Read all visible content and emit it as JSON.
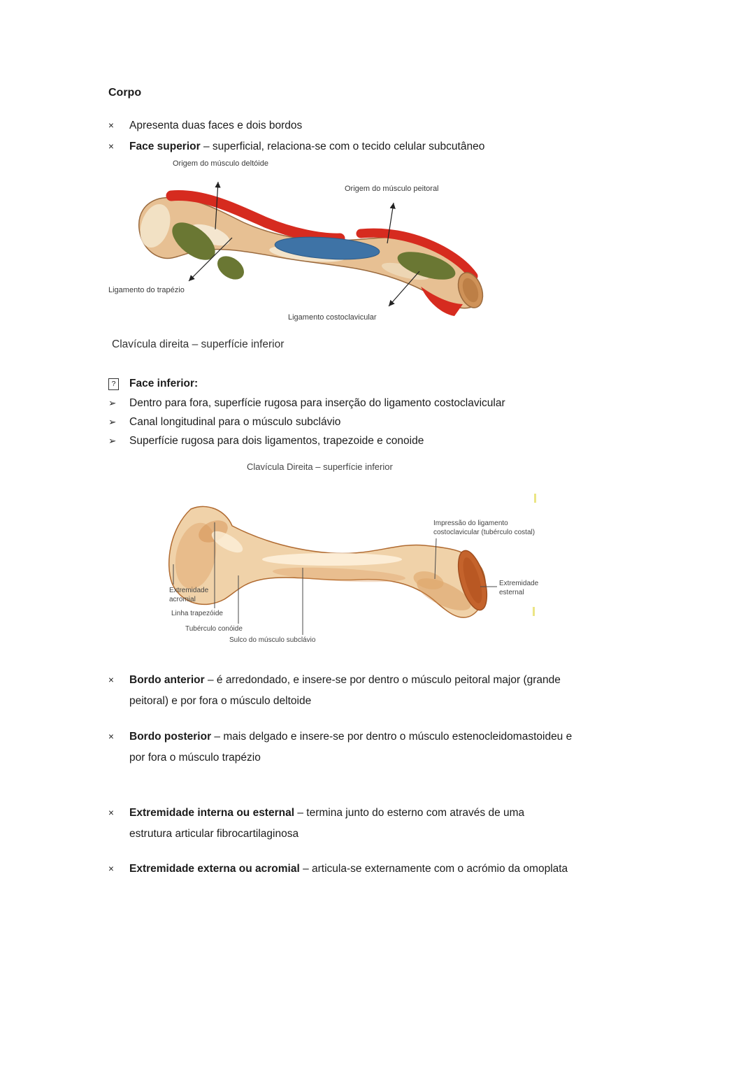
{
  "heading": "Corpo",
  "top_bullets": [
    {
      "marker": "×",
      "bold": "",
      "text": "Apresenta duas faces e dois bordos"
    },
    {
      "marker": "×",
      "bold": "Face superior",
      "text": " – superficial, relaciona-se com o tecido celular subcutâneo"
    }
  ],
  "figure1": {
    "label_deltoide": "Origem do músculo deltóide",
    "label_peitoral": "Origem do músculo peitoral",
    "label_trapezio": "Ligamento do trapézio",
    "label_costoclavicular": "Ligamento costoclavicular",
    "caption": "Clavícula direita – superfície inferior",
    "colors": {
      "red": "#d62b1f",
      "green": "#6a7733",
      "blue": "#3e73a6",
      "bone": "#e7c093"
    }
  },
  "face_inferior": {
    "marker": "?",
    "title": "Face inferior:",
    "arrow_marker": "➢",
    "items": [
      "Dentro para fora, superfície rugosa para inserção do ligamento costoclavicular",
      "Canal longitudinal para o músculo subclávio",
      "Superfície rugosa para dois ligamentos, trapezoide e conoide"
    ]
  },
  "figure2": {
    "caption": "Clavícula Direita – superfície inferior",
    "label_impressao": "Impressão do ligamento\ncostoclavicular (tubérculo costal)",
    "label_esternal": "Extremidade\nesternal",
    "label_acromial": "Extremidade\nacromial",
    "label_linha": "Linha trapezóide",
    "label_tuberculo": "Tubérculo conóide",
    "label_sulco": "Sulco do músculo subclávio",
    "colors": {
      "bone": "#f0d2a9",
      "sternal_face": "#c4632c"
    }
  },
  "bottom_bullets": [
    {
      "marker": "×",
      "bold": "Bordo anterior",
      "text": " – é arredondado, e insere-se por dentro o músculo peitoral major (grande\npeitoral) e por fora o músculo deltoide"
    },
    {
      "marker": "×",
      "bold": "Bordo posterior",
      "text": " – mais delgado e insere-se por dentro o músculo estenocleidomastoideu e\npor fora o músculo trapézio"
    },
    {
      "marker": "×",
      "bold": "Extremidade interna ou esternal",
      "text": " – termina junto do esterno com através de uma\nestrutura articular fibrocartilaginosa"
    },
    {
      "marker": "×",
      "bold": "Extremidade externa ou acromial",
      "text": " – articula-se externamente com o acrómio da omoplata"
    }
  ]
}
